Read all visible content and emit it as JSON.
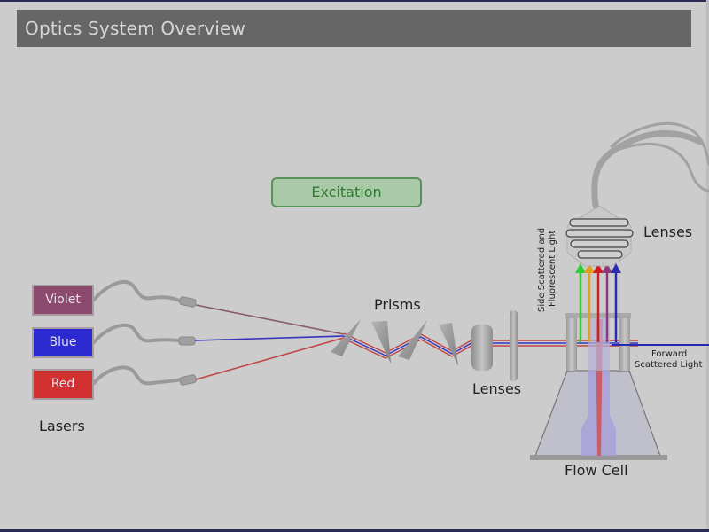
{
  "header": {
    "title": "Optics System Overview"
  },
  "section": {
    "label": "Excitation"
  },
  "lasers": {
    "group_label": "Lasers",
    "items": [
      {
        "label": "Violet",
        "color": "#8b4a6e",
        "beam_color": "#8a5a6a"
      },
      {
        "label": "Blue",
        "color": "#2a2ad0",
        "beam_color": "#3535c0"
      },
      {
        "label": "Red",
        "color": "#d03030",
        "beam_color": "#c04545"
      }
    ]
  },
  "components": {
    "prisms_label": "Prisms",
    "lenses_label": "Lenses",
    "collection_lenses_label": "Lenses",
    "flow_cell_label": "Flow Cell",
    "side_scatter_label_line1": "Side Scattered and",
    "side_scatter_label_line2": "Fluorescent Light",
    "forward_scatter_label_line1": "Forward",
    "forward_scatter_label_line2": "Scattered Light"
  },
  "emission_arrows": [
    {
      "name": "green",
      "color": "#33cc33"
    },
    {
      "name": "orange",
      "color": "#e0a020"
    },
    {
      "name": "red",
      "color": "#cc2020"
    },
    {
      "name": "purple",
      "color": "#8a3a7a"
    },
    {
      "name": "blue",
      "color": "#2a2ab0"
    }
  ],
  "colors": {
    "title_bar": "#666666",
    "background": "#cccccc",
    "excitation_fill": "#a9c9a9",
    "excitation_text": "#2f7a2f"
  }
}
